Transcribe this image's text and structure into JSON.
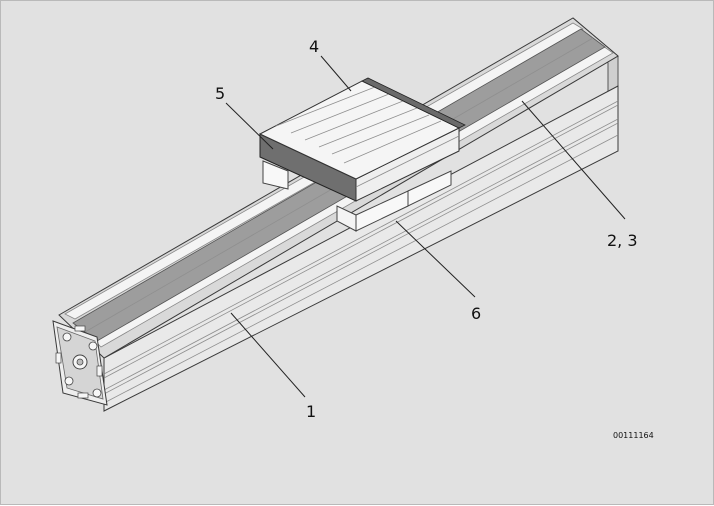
{
  "figure": {
    "callouts": {
      "c1": "1",
      "c23": "2, 3",
      "c4": "4",
      "c5": "5",
      "c6": "6"
    },
    "doc_id": "00111164"
  },
  "colors": {
    "background": "#e1e1e1",
    "profile_light": "#f2f2f2",
    "profile_mid": "#d6d6d6",
    "cover_band": "#9d9d9d",
    "carriage_top": "#f5f5f5",
    "end_seal": "#6f6f6f"
  },
  "icons": [
    "profile-end-face-icon"
  ]
}
